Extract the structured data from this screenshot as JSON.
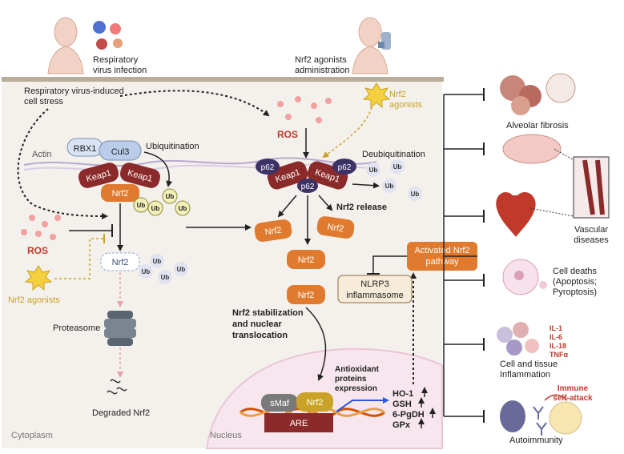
{
  "top": {
    "infection_line1": "Respiratory",
    "infection_line2": "virus infection",
    "agonist_admin_line1": "Nrf2 agonists",
    "agonist_admin_line2": "administration"
  },
  "cell": {
    "stress_line1": "Respiratory virus-induced",
    "stress_line2": "cell stress",
    "actin": "Actin",
    "cytoplasm": "Cytoplasm",
    "nucleus": "Nucleus"
  },
  "left": {
    "rbx1": "RBX1",
    "cul3": "Cul3",
    "keap1": "Keap1",
    "nrf2": "Nrf2",
    "ub": "Ub",
    "ubiquitination": "Ubiquitination",
    "ros": "ROS",
    "agonists": "Nrf2 agonists",
    "proteasome": "Proteasome",
    "degraded": "Degraded Nrf2"
  },
  "center": {
    "ros": "ROS",
    "agonists_line1": "Nrf2",
    "agonists_line2": "agonists",
    "p62": "p62",
    "keap1": "Keap1",
    "deubiquitination": "Deubiquitination",
    "ub": "Ub",
    "nrf2": "Nrf2",
    "release": "Nrf2 release",
    "stab_line1": "Nrf2 stabilization",
    "stab_line2": "and nuclear",
    "stab_line3": "translocation",
    "antiox_line1": "Antioxidant",
    "antiox_line2": "proteins",
    "antiox_line3": "expression",
    "smaf": "sMaf",
    "are": "ARE",
    "genes": [
      "HO-1",
      "GSH",
      "6-PgDH",
      "GPx"
    ]
  },
  "pathway": {
    "activated_line1": "Activated Nrf2",
    "activated_line2": "pathway",
    "nlrp3_line1": "NLRP3",
    "nlrp3_line2": "inflammasome"
  },
  "outcomes": {
    "fibrosis": "Alveolar fibrosis",
    "vascular_line1": "Vascular",
    "vascular_line2": "diseases",
    "death_line1": "Cell deaths",
    "death_line2": "(Apoptosis;",
    "death_line3": "Pyroptosis)",
    "cytokines": [
      "IL-1",
      "IL-6",
      "IL-18",
      "TNFα"
    ],
    "inflam_line1": "Cell and tissue",
    "inflam_line2": "Inflammation",
    "immune_line1": "Immune",
    "immune_line2": "self-attack",
    "autoimmunity": "Autoimmunity"
  },
  "colors": {
    "keap1": "#8b2a2a",
    "nrf2": "#e07a2e",
    "p62": "#3c3266",
    "ub": "#f2f0b8",
    "ros": "#d9534f",
    "agonist": "#e8b223",
    "cytoplasm": "#f4f1ec",
    "nucleus": "#f7e6ee"
  }
}
